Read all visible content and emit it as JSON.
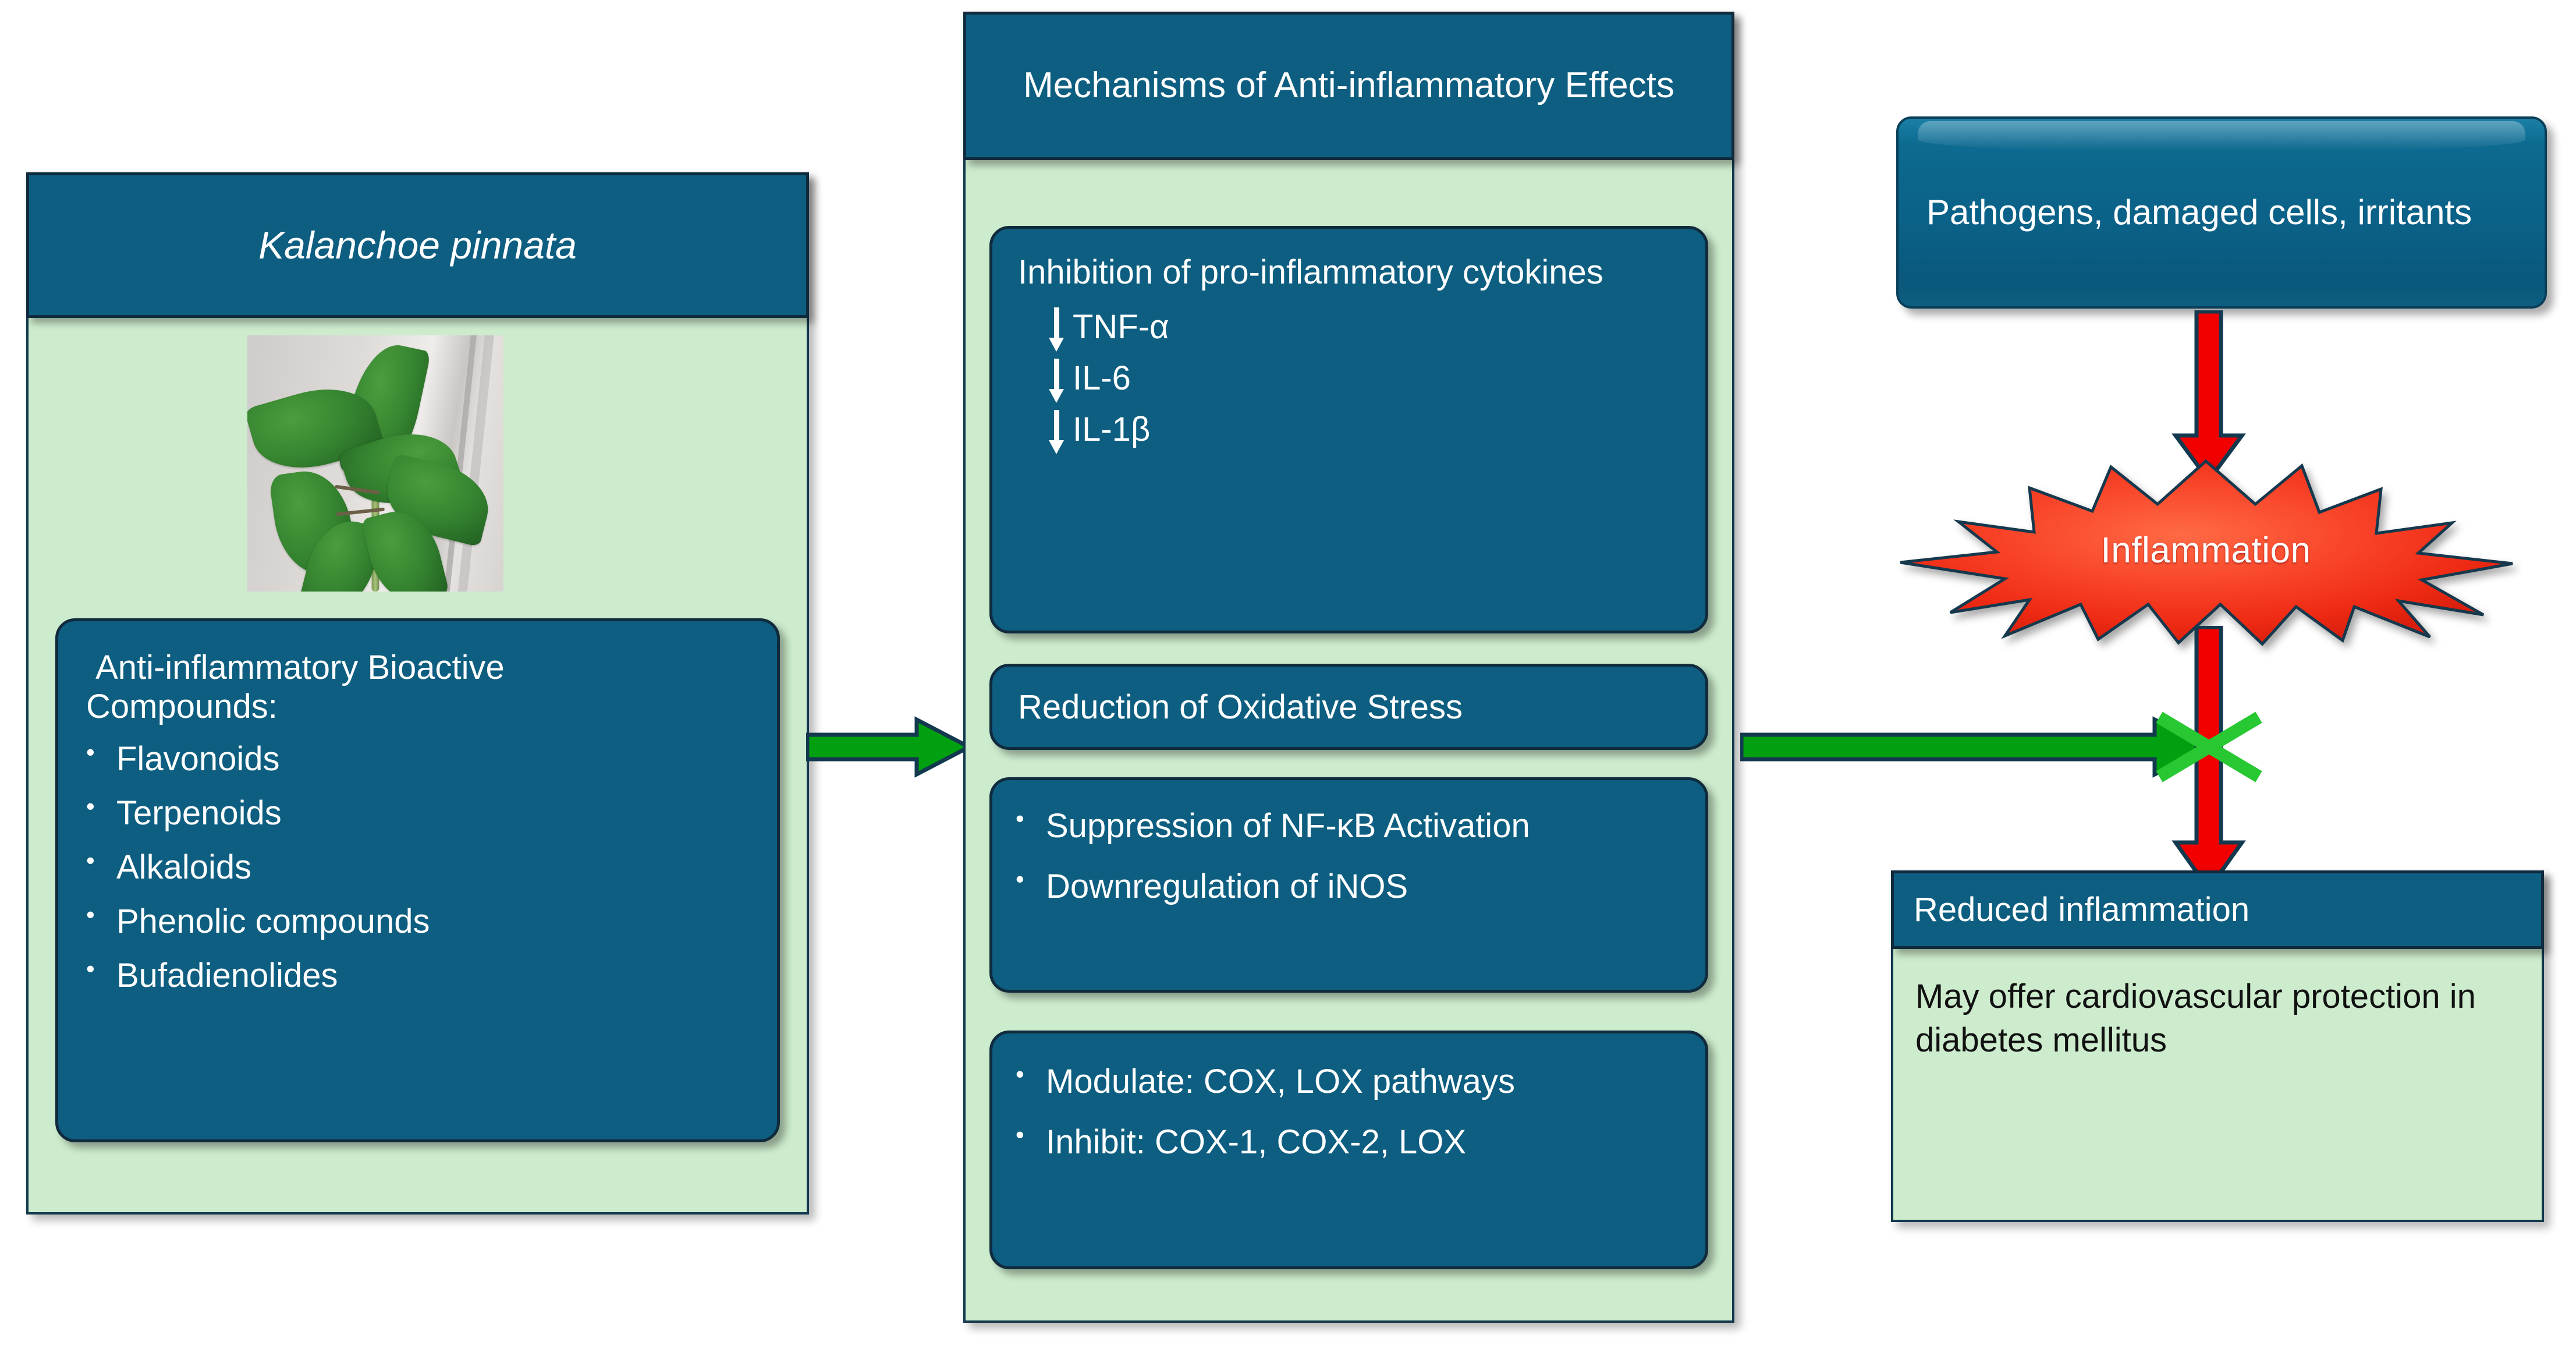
{
  "colors": {
    "teal": "#0d5e80",
    "dark_outline": "#102b3d",
    "light_green_panel": "#cdeccd",
    "green_arrow": "#00a010",
    "red_arrow": "#f20000",
    "green_x": "#28c832",
    "burst_red": "#f03020"
  },
  "left_panel": {
    "title": "Kalanchoe pinnata",
    "photo_alt": "kalanchoe-plant-photo",
    "compounds_heading_line1": " Anti-inflammatory Bioactive",
    "compounds_heading_line2": "Compounds:",
    "compounds": [
      "Flavonoids",
      "Terpenoids",
      "Alkaloids",
      "Phenolic compounds",
      "Bufadienolides"
    ]
  },
  "middle_panel": {
    "title": "Mechanisms of Anti-inflammatory Effects",
    "cytokine_card": {
      "heading": "Inhibition of pro-inflammatory cytokines",
      "items": [
        "TNF-α",
        "IL-6",
        "IL-1β"
      ],
      "arrow_glyph": "down-arrow"
    },
    "oxidative_card": {
      "heading": "Reduction of Oxidative Stress"
    },
    "nfkb_card": {
      "bullets": [
        "Suppression of NF-κB Activation",
        "Downregulation of iNOS"
      ]
    },
    "cox_card": {
      "bullets": [
        "Modulate: COX, LOX pathways",
        "Inhibit: COX-1, COX-2, LOX"
      ]
    }
  },
  "right_panel": {
    "trigger_box": "Pathogens, damaged cells, irritants",
    "burst_label": "Inflammation",
    "outcome_header": "Reduced inflammation",
    "outcome_body": "May offer cardiovascular protection in diabetes mellitus"
  },
  "connectors": {
    "left_to_middle": "green-right-arrow",
    "middle_to_right": "green-right-arrow",
    "trigger_to_burst": "red-down-arrow",
    "burst_to_outcome": "red-down-arrow",
    "blocking_marker": "green-x-icon"
  }
}
